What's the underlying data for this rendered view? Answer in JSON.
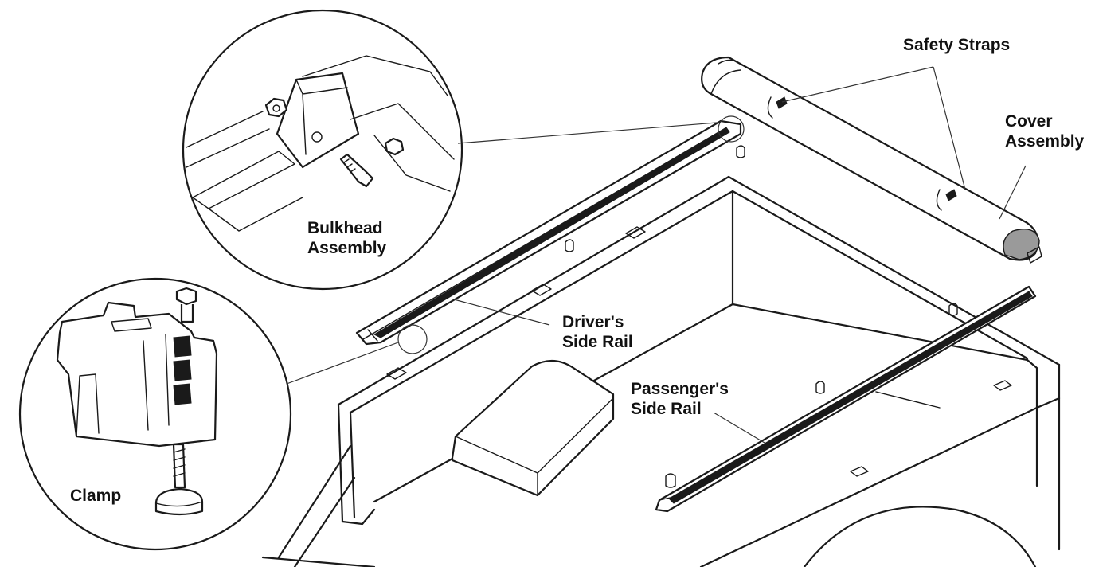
{
  "labels": {
    "safety_straps": "Safety Straps",
    "cover_assembly_line1": "Cover",
    "cover_assembly_line2": "Assembly",
    "bulkhead_line1": "Bulkhead",
    "bulkhead_line2": "Assembly",
    "drivers_rail_line1": "Driver's",
    "drivers_rail_line2": "Side Rail",
    "passengers_rail_line1": "Passenger's",
    "passengers_rail_line2": "Side Rail",
    "clamp": "Clamp"
  },
  "colors": {
    "line": "#1a1a1a",
    "background": "#ffffff"
  }
}
